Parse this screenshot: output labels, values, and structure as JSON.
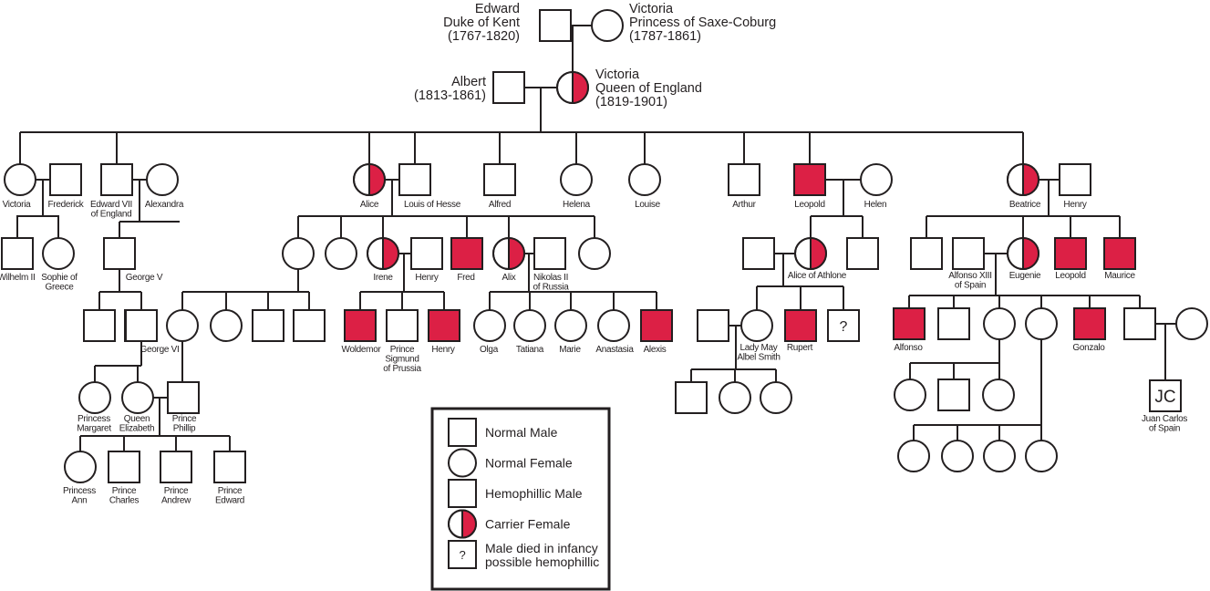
{
  "title": "Hemophilia pedigree of Queen Victoria's descendants",
  "colors": {
    "affected": "#dc2045",
    "line": "#231f20",
    "background": "#ffffff"
  },
  "people": {
    "edward_kent": {
      "lines": [
        "Edward",
        "Duke of Kent",
        "(1767-1820)"
      ],
      "sex": "male",
      "status": "normal"
    },
    "victoria_saxe": {
      "lines": [
        "Victoria",
        "Princess of Saxe-Coburg",
        "(1787-1861)"
      ],
      "sex": "female",
      "status": "normal"
    },
    "albert": {
      "lines": [
        "Albert",
        "(1813-1861)"
      ],
      "sex": "male",
      "status": "normal"
    },
    "queen_victoria": {
      "lines": [
        "Victoria",
        "Queen of England",
        "(1819-1901)"
      ],
      "sex": "female",
      "status": "carrier"
    },
    "victoria_jr": {
      "lines": [
        "Victoria"
      ],
      "sex": "female",
      "status": "normal"
    },
    "frederick": {
      "lines": [
        "Frederick"
      ],
      "sex": "male",
      "status": "normal"
    },
    "edward_vii": {
      "lines": [
        "Edward VII",
        "of England"
      ],
      "sex": "male",
      "status": "normal"
    },
    "alexandra": {
      "lines": [
        "Alexandra"
      ],
      "sex": "female",
      "status": "normal"
    },
    "alice": {
      "lines": [
        "Alice"
      ],
      "sex": "female",
      "status": "carrier"
    },
    "louis_hesse": {
      "lines": [
        "Louis of Hesse"
      ],
      "sex": "male",
      "status": "normal"
    },
    "alfred": {
      "lines": [
        "Alfred"
      ],
      "sex": "male",
      "status": "normal"
    },
    "helena": {
      "lines": [
        "Helena"
      ],
      "sex": "female",
      "status": "normal"
    },
    "louise": {
      "lines": [
        "Louise"
      ],
      "sex": "female",
      "status": "normal"
    },
    "arthur": {
      "lines": [
        "Arthur"
      ],
      "sex": "male",
      "status": "normal"
    },
    "leopold": {
      "lines": [
        "Leopold"
      ],
      "sex": "male",
      "status": "hemophilic"
    },
    "helen": {
      "lines": [
        "Helen"
      ],
      "sex": "female",
      "status": "normal"
    },
    "beatrice": {
      "lines": [
        "Beatrice"
      ],
      "sex": "female",
      "status": "carrier"
    },
    "henry_b": {
      "lines": [
        "Henry"
      ],
      "sex": "male",
      "status": "normal"
    },
    "wilhelm": {
      "lines": [
        "Wilhelm II"
      ],
      "sex": "male",
      "status": "normal"
    },
    "sophie": {
      "lines": [
        "Sophie of",
        "Greece"
      ],
      "sex": "female",
      "status": "normal"
    },
    "george_v": {
      "lines": [
        "George V"
      ],
      "sex": "male",
      "status": "normal"
    },
    "irene": {
      "lines": [
        "Irene"
      ],
      "sex": "female",
      "status": "carrier"
    },
    "henry_i": {
      "lines": [
        "Henry"
      ],
      "sex": "male",
      "status": "normal"
    },
    "fred": {
      "lines": [
        "Fred"
      ],
      "sex": "male",
      "status": "hemophilic"
    },
    "alix": {
      "lines": [
        "Alix"
      ],
      "sex": "female",
      "status": "carrier"
    },
    "nikolas": {
      "lines": [
        "Nikolas II",
        "of Russia"
      ],
      "sex": "male",
      "status": "normal"
    },
    "alice_athlone": {
      "lines": [
        "Alice of Athlone"
      ],
      "sex": "female",
      "status": "carrier"
    },
    "alfonso_xiii": {
      "lines": [
        "Alfonso XIII",
        "of Spain"
      ],
      "sex": "male",
      "status": "normal"
    },
    "eugenie": {
      "lines": [
        "Eugenie"
      ],
      "sex": "female",
      "status": "carrier"
    },
    "leopold_b": {
      "lines": [
        "Leopold"
      ],
      "sex": "male",
      "status": "hemophilic"
    },
    "maurice": {
      "lines": [
        "Maurice"
      ],
      "sex": "male",
      "status": "hemophilic"
    },
    "george_vi": {
      "lines": [
        "George VI"
      ],
      "sex": "male",
      "status": "normal"
    },
    "woldemor": {
      "lines": [
        "Woldemor"
      ],
      "sex": "male",
      "status": "hemophilic"
    },
    "sigmund": {
      "lines": [
        "Prince",
        "Sigmund",
        "of Prussia"
      ],
      "sex": "male",
      "status": "normal"
    },
    "henry_p": {
      "lines": [
        "Henry"
      ],
      "sex": "male",
      "status": "hemophilic"
    },
    "olga": {
      "lines": [
        "Olga"
      ],
      "sex": "female",
      "status": "normal"
    },
    "tatiana": {
      "lines": [
        "Tatiana"
      ],
      "sex": "female",
      "status": "normal"
    },
    "marie": {
      "lines": [
        "Marie"
      ],
      "sex": "female",
      "status": "normal"
    },
    "anastasia": {
      "lines": [
        "Anastasia"
      ],
      "sex": "female",
      "status": "normal"
    },
    "alexis": {
      "lines": [
        "Alexis"
      ],
      "sex": "male",
      "status": "hemophilic"
    },
    "lady_may": {
      "lines": [
        "Lady May",
        "Albel Smith"
      ],
      "sex": "female",
      "status": "normal"
    },
    "rupert": {
      "lines": [
        "Rupert"
      ],
      "sex": "male",
      "status": "hemophilic"
    },
    "alfonso": {
      "lines": [
        "Alfonso"
      ],
      "sex": "male",
      "status": "hemophilic"
    },
    "gonzalo": {
      "lines": [
        "Gonzalo"
      ],
      "sex": "male",
      "status": "hemophilic"
    },
    "juan_carlos": {
      "lines": [
        "Juan Carlos",
        "of Spain"
      ],
      "sex": "male",
      "status": "normal",
      "symbol_text": "JC"
    },
    "margaret": {
      "lines": [
        "Princess",
        "Margaret"
      ],
      "sex": "female",
      "status": "normal"
    },
    "elizabeth": {
      "lines": [
        "Queen",
        "Elizabeth"
      ],
      "sex": "female",
      "status": "normal"
    },
    "phillip": {
      "lines": [
        "Prince",
        "Phillip"
      ],
      "sex": "male",
      "status": "normal"
    },
    "ann": {
      "lines": [
        "Princess",
        "Ann"
      ],
      "sex": "female",
      "status": "normal"
    },
    "charles": {
      "lines": [
        "Prince",
        "Charles"
      ],
      "sex": "male",
      "status": "normal"
    },
    "andrew": {
      "lines": [
        "Prince",
        "Andrew"
      ],
      "sex": "male",
      "status": "normal"
    },
    "edward_p": {
      "lines": [
        "Prince",
        "Edward"
      ],
      "sex": "male",
      "status": "normal"
    }
  },
  "unknown_symbol_text": "?",
  "legend": {
    "items": [
      {
        "kind": "normal-male",
        "label": [
          "Normal Male"
        ]
      },
      {
        "kind": "normal-female",
        "label": [
          "Normal Female"
        ]
      },
      {
        "kind": "hemophilic-male",
        "label": [
          "Hemophillic Male"
        ]
      },
      {
        "kind": "carrier-female",
        "label": [
          "Carrier Female"
        ]
      },
      {
        "kind": "unknown-male",
        "label": [
          "Male died in infancy",
          "possible hemophillic"
        ],
        "symbol_text": "?"
      }
    ]
  }
}
